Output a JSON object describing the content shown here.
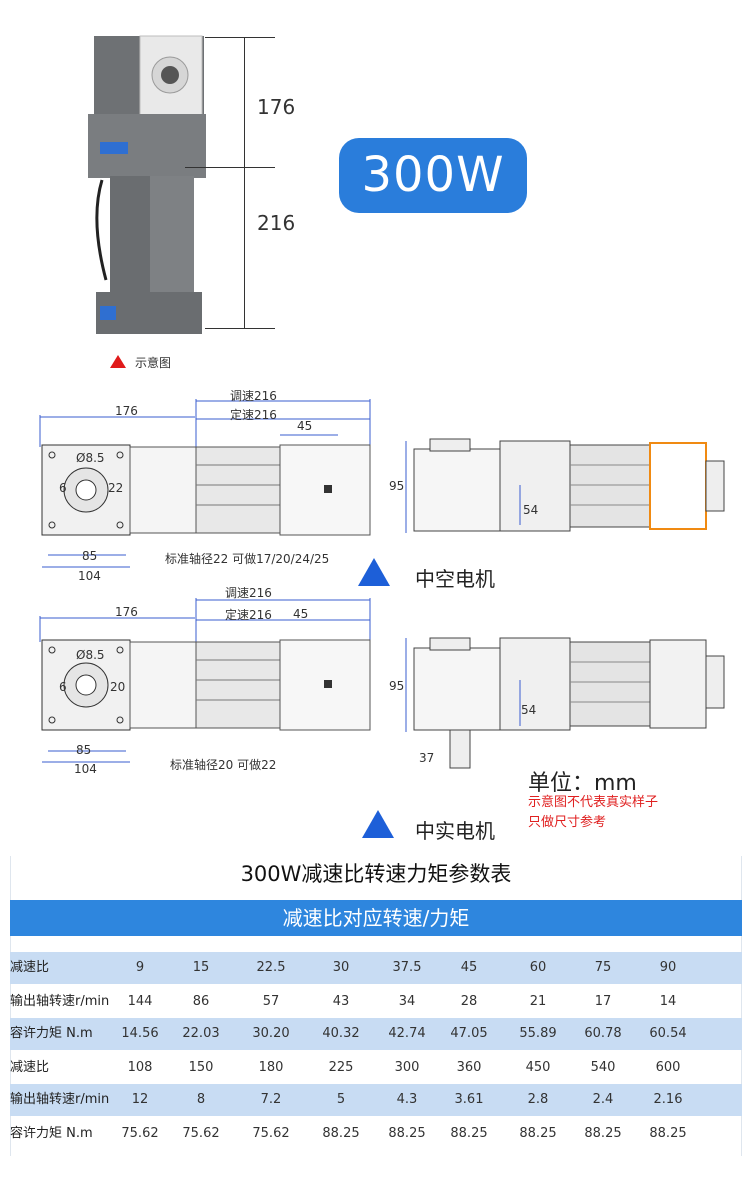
{
  "product": {
    "dim_top": "176",
    "dim_bottom": "216",
    "caption": "示意图",
    "power_badge": "300W"
  },
  "hollow": {
    "dim_adjust": "调速216",
    "dim_fixed": "定速216",
    "dim_176": "176",
    "dim_45": "45",
    "dim_85": "85",
    "dim_104": "104",
    "dim_8_5": "Ø8.5",
    "dim_6": "6",
    "dim_22": "22",
    "dim_95": "95",
    "dim_54": "54",
    "note": "标准轴径22 可做17/20/24/25",
    "label": "中空电机"
  },
  "solid": {
    "dim_adjust": "调速216",
    "dim_fixed": "定速216",
    "dim_176": "176",
    "dim_45": "45",
    "dim_85": "85",
    "dim_104": "104",
    "dim_8_5": "Ø8.5",
    "dim_6": "6",
    "dim_20": "20",
    "dim_95": "95",
    "dim_54": "54",
    "dim_37": "37",
    "note": "标准轴径20 可做22",
    "label": "中实电机"
  },
  "units": {
    "unit": "单位：mm",
    "disclaimer1": "示意图不代表真实样子",
    "disclaimer2": "只做尺寸参考"
  },
  "table": {
    "title": "300W减速比转速力矩参数表",
    "header": "减速比对应转速/力矩",
    "rows": [
      {
        "label": "减速比",
        "values": [
          "9",
          "15",
          "22.5",
          "30",
          "37.5",
          "45",
          "60",
          "75",
          "90"
        ],
        "shade": true
      },
      {
        "label": "输出轴转速r/min",
        "values": [
          "144",
          "86",
          "57",
          "43",
          "34",
          "28",
          "21",
          "17",
          "14"
        ],
        "shade": false
      },
      {
        "label": "容许力矩 N.m",
        "values": [
          "14.56",
          "22.03",
          "30.20",
          "40.32",
          "42.74",
          "47.05",
          "55.89",
          "60.78",
          "60.54"
        ],
        "shade": true
      },
      {
        "label": "减速比",
        "values": [
          "108",
          "150",
          "180",
          "225",
          "300",
          "360",
          "450",
          "540",
          "600"
        ],
        "shade": false
      },
      {
        "label": "输出轴转速r/min",
        "values": [
          "12",
          "8",
          "7.2",
          "5",
          "4.3",
          "3.61",
          "2.8",
          "2.4",
          "2.16"
        ],
        "shade": true
      },
      {
        "label": "容许力矩 N.m",
        "values": [
          "75.62",
          "75.62",
          "75.62",
          "88.25",
          "88.25",
          "88.25",
          "88.25",
          "88.25",
          "88.25"
        ],
        "shade": false
      }
    ]
  },
  "colors": {
    "accent_blue": "#2a7ddb",
    "table_shade": "#c8dcf3",
    "note_red": "#e02020"
  }
}
